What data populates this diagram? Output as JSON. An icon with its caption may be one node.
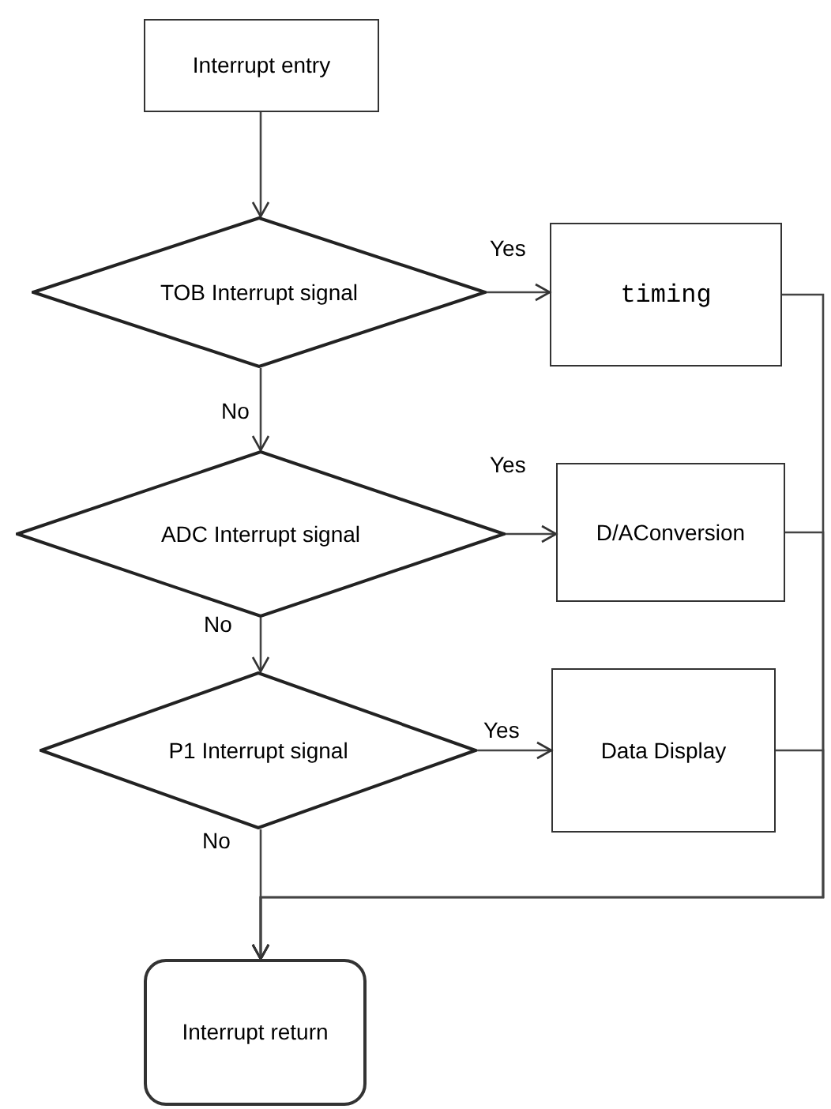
{
  "diagram": {
    "nodes": [
      {
        "text": [
          "Interrupt entry"
        ]
      },
      {
        "text": [
          "TOB Interrupt signal"
        ]
      },
      {
        "text": [
          "timing"
        ]
      },
      {
        "text": [
          "ADC Interrupt signal"
        ]
      },
      {
        "text": [
          "D/AConversion"
        ]
      },
      {
        "text": [
          "P1 Interrupt signal"
        ]
      },
      {
        "text": [
          "Data Display"
        ]
      },
      {
        "text": [
          "Interrupt return"
        ]
      }
    ],
    "edges": [
      {
        "from": 0,
        "to": 1,
        "arrow": "to"
      },
      {
        "from": 1,
        "to": 2,
        "arrow": "to",
        "label": "Yes"
      },
      {
        "from": 1,
        "to": 3,
        "arrow": "to",
        "label": "No"
      },
      {
        "from": 3,
        "to": 4,
        "arrow": "to",
        "label": "Yes"
      },
      {
        "from": 3,
        "to": 5,
        "arrow": "to",
        "label": "No"
      },
      {
        "from": 5,
        "to": 6,
        "arrow": "to",
        "label": "Yes"
      },
      {
        "from": 5,
        "to": 7,
        "arrow": "to",
        "label": "No"
      },
      {
        "from": 2,
        "to": 7,
        "arrow": "to"
      },
      {
        "from": 4,
        "to": 7,
        "arrow": "to"
      },
      {
        "from": 6,
        "to": 7,
        "arrow": "to"
      }
    ]
  }
}
